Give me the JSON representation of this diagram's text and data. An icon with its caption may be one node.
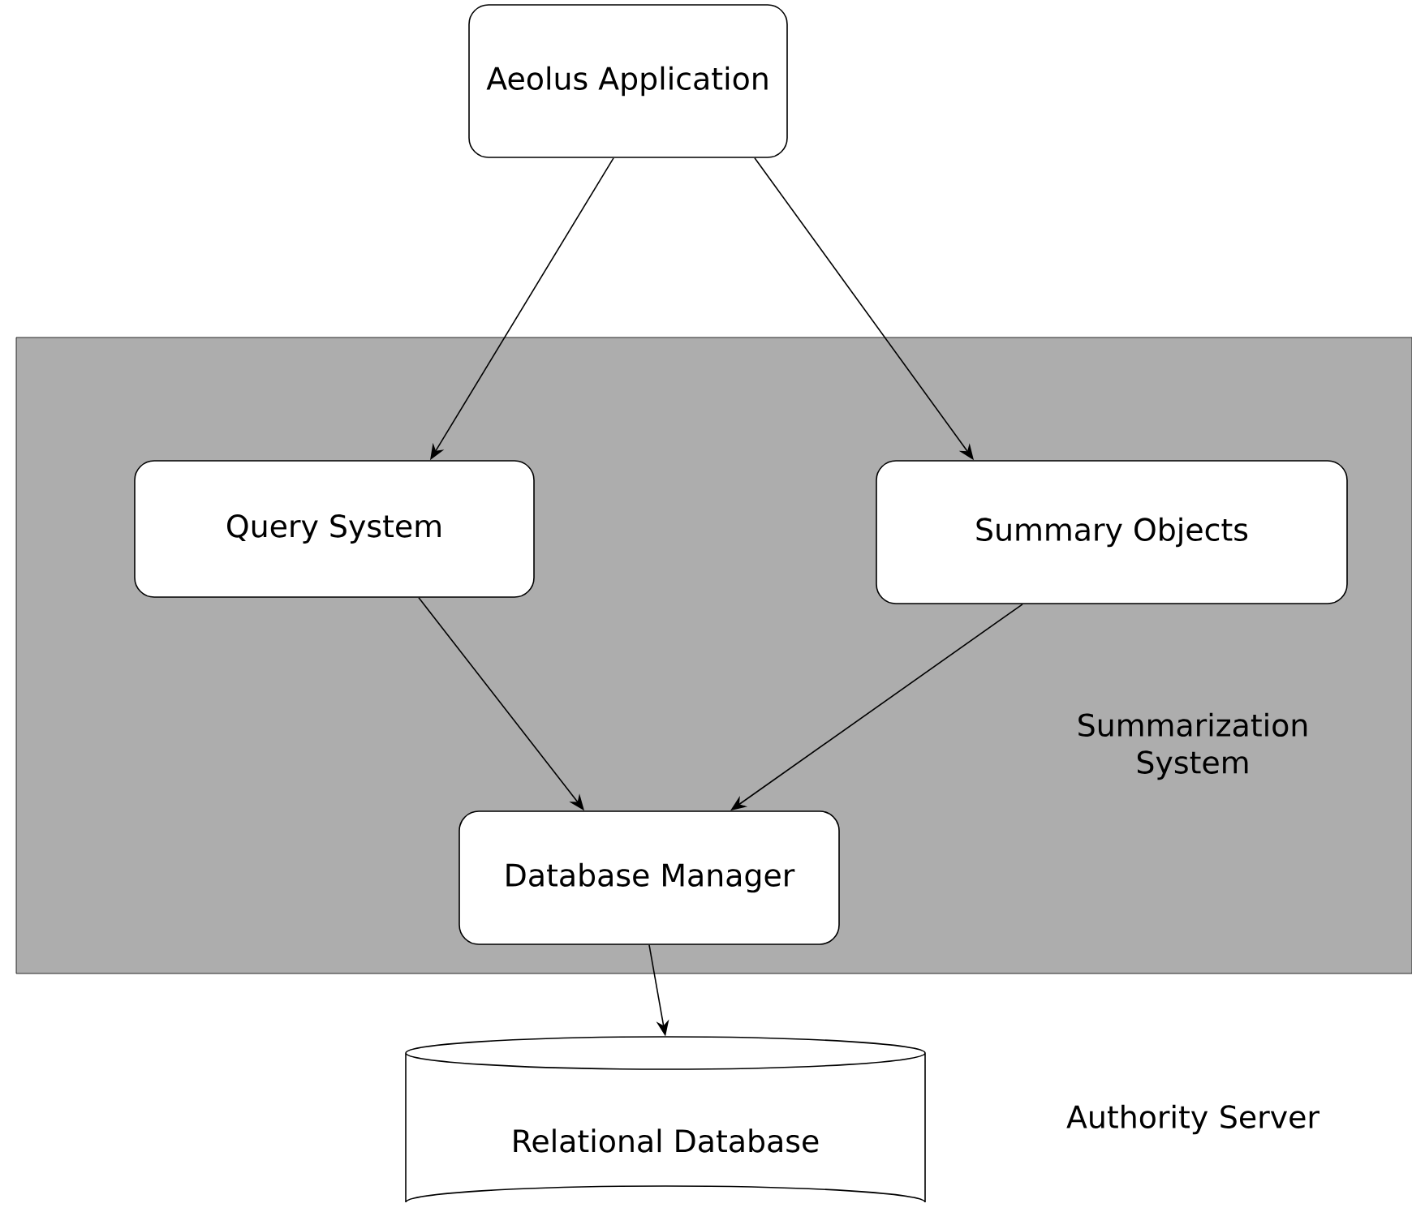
{
  "diagram": {
    "nodes": [
      {
        "text": [
          "Aeolus Application"
        ]
      },
      {
        "text": [
          "Summarization System"
        ]
      },
      {
        "text": [
          "Query System"
        ],
        "in": 1
      },
      {
        "text": [
          "Summary Objects"
        ],
        "in": 1
      },
      {
        "text": [
          "Database Manager"
        ],
        "in": 1
      },
      {
        "text": [
          "Relational Database"
        ]
      }
    ],
    "edges": [
      {
        "from": 0,
        "to": 2,
        "arrow": "to"
      },
      {
        "from": 0,
        "to": 3,
        "arrow": "to"
      },
      {
        "from": 2,
        "to": 4,
        "arrow": "to"
      },
      {
        "from": 3,
        "to": 4,
        "arrow": "to"
      },
      {
        "from": 4,
        "to": 5,
        "arrow": "to"
      }
    ],
    "labels": [
      "Authority Server"
    ]
  }
}
